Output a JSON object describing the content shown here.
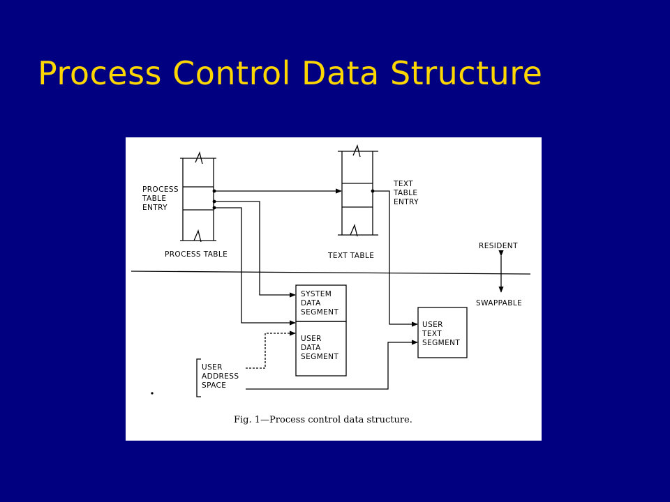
{
  "slide": {
    "title": "Process Control Data Structure"
  },
  "diagram": {
    "process_table_entry": [
      "PROCESS",
      "TABLE",
      "ENTRY"
    ],
    "process_table": "PROCESS TABLE",
    "text_table_entry": [
      "TEXT",
      "TABLE",
      "ENTRY"
    ],
    "text_table": "TEXT TABLE",
    "resident": "RESIDENT",
    "swappable": "SWAPPABLE",
    "system_data_segment": [
      "SYSTEM",
      "DATA",
      "SEGMENT"
    ],
    "user_data_segment": [
      "USER",
      "DATA",
      "SEGMENT"
    ],
    "user_text_segment": [
      "USER",
      "TEXT",
      "SEGMENT"
    ],
    "user_address_space": [
      "USER",
      "ADDRESS",
      "SPACE"
    ],
    "caption": "Fig. 1—Process control data structure."
  },
  "colors": {
    "background": "#000080",
    "title": "#ffd700",
    "figure_bg": "#ffffff"
  }
}
